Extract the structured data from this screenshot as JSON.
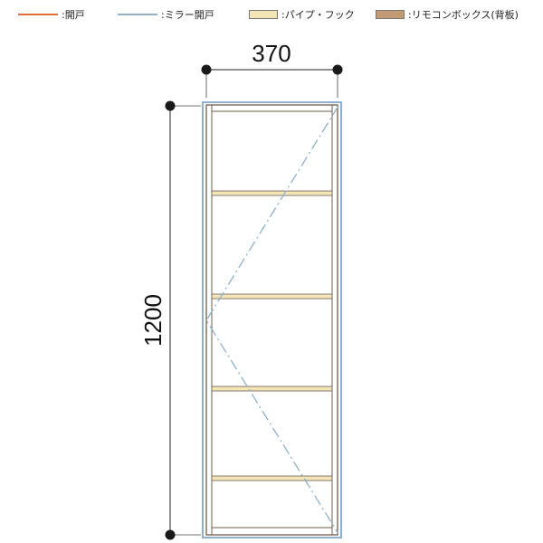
{
  "legend": [
    {
      "label": ":開戸",
      "kind": "line",
      "color": "#e0703c"
    },
    {
      "label": ":ミラー開戸",
      "kind": "line",
      "color": "#8eb0cc"
    },
    {
      "label": ":パイプ・フック",
      "kind": "box",
      "color": "#f2e6b8"
    },
    {
      "label": ":リモコンボックス(背板)",
      "kind": "box",
      "color": "#c29a74"
    }
  ],
  "dimensions": {
    "width": "370",
    "height": "1200"
  },
  "colors": {
    "frame": "#6f5d4e",
    "frame_fill": "#ffffff",
    "mirror_door": "#8eb0cc",
    "shelf_band": "#f2e6b8",
    "dimension_line": "#222222"
  }
}
